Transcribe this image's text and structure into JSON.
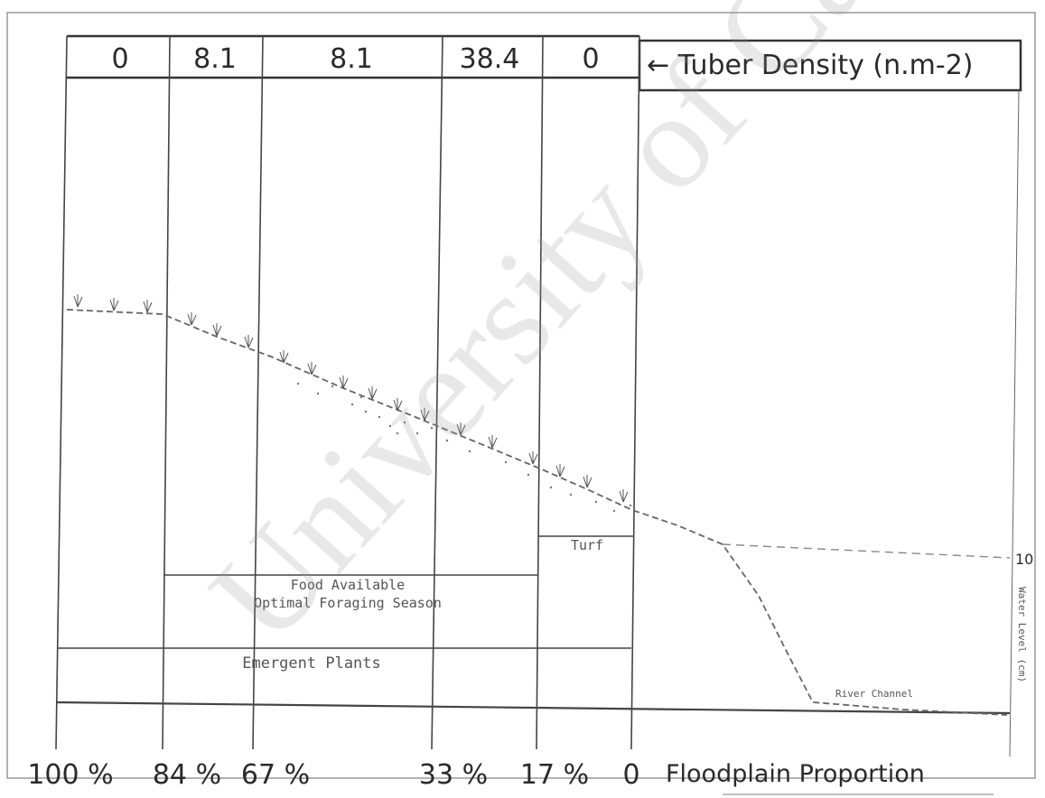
{
  "header": {
    "tuber_density_values": [
      "0",
      "8.1",
      "8.1",
      "38.4",
      "0"
    ],
    "tuber_density_label": "← Tuber Density (n.m-2)"
  },
  "zones": {
    "turf_label": "Turf",
    "food_line1": "Food Available",
    "food_line2": "Optimal Foraging Season",
    "emergent_label": "Emergent Plants",
    "river_channel_label": "River Channel"
  },
  "axis": {
    "proportion_ticks": [
      "100 %",
      "84 %",
      "67 %",
      "33 %",
      "17 %",
      "0"
    ],
    "floodplain_label": "Floodplain Proportion",
    "right_tick": "10",
    "right_axis_label": "Water Level (cm)"
  },
  "watermark": "University of Cape Town",
  "colors": {
    "ink": "#2a2a2a",
    "curve": "#666666",
    "watermark": "#9a9a9a"
  }
}
